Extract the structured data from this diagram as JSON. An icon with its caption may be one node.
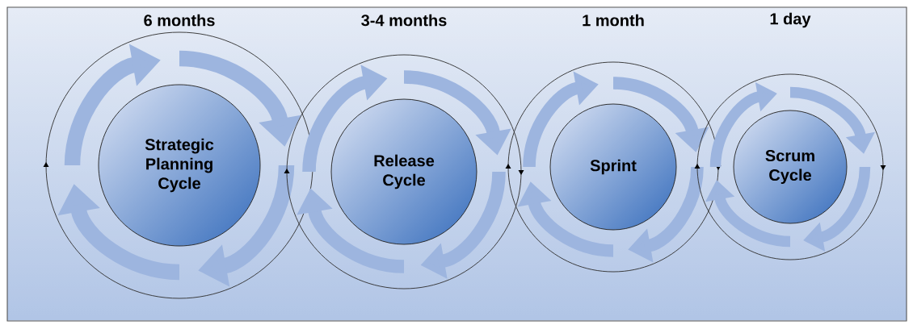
{
  "diagram": {
    "nodes": [
      {
        "text": [
          "Strategic Planning Cycle"
        ]
      },
      {
        "text": [
          "Release Cycle"
        ]
      },
      {
        "text": [
          "Sprint"
        ]
      },
      {
        "text": [
          "Scrum Cycle"
        ]
      }
    ],
    "labels": [
      "6 months",
      "3-4 months",
      "1 month",
      "1 day"
    ]
  }
}
